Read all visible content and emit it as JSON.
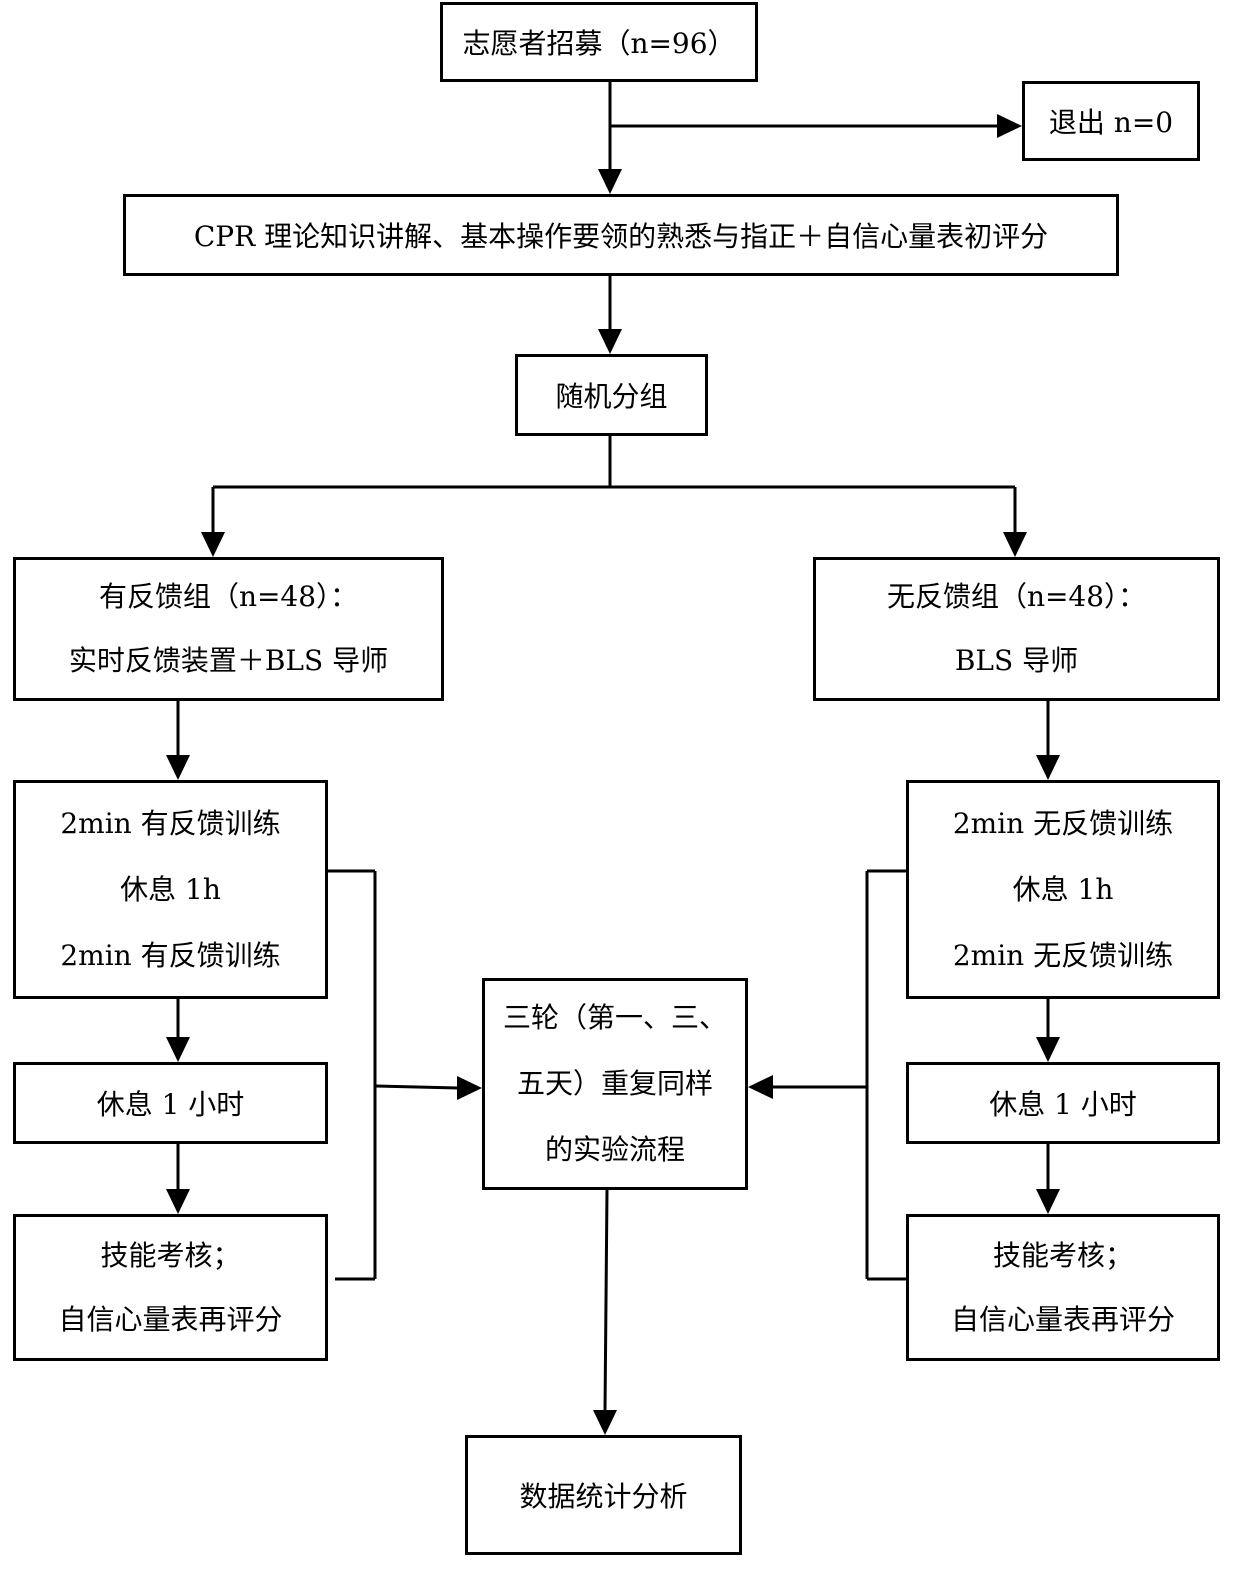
{
  "nodes": {
    "recruit": [
      "志愿者招募（n=96）"
    ],
    "exit": [
      "退出 n=0"
    ],
    "training": [
      "CPR 理论知识讲解、基本操作要领的熟悉与指正＋自信心量表初评分"
    ],
    "random": [
      "随机分组"
    ],
    "fb_group": [
      "有反馈组（n=48）：",
      "实时反馈装置＋BLS 导师"
    ],
    "nfb_group": [
      "无反馈组（n=48）：",
      "BLS 导师"
    ],
    "fb_train": [
      "2min 有反馈训练",
      "休息 1h",
      "2min 有反馈训练"
    ],
    "nfb_train": [
      "2min 无反馈训练",
      "休息 1h",
      "2min 无反馈训练"
    ],
    "fb_rest": [
      "休息 1 小时"
    ],
    "nfb_rest": [
      "休息 1 小时"
    ],
    "fb_assess": [
      "技能考核；",
      "自信心量表再评分"
    ],
    "nfb_assess": [
      "技能考核；",
      "自信心量表再评分"
    ],
    "repeat": [
      "三轮（第一、三、",
      "五天）重复同样",
      "的实验流程"
    ],
    "analysis": [
      "数据统计分析"
    ]
  },
  "colors": {
    "stroke": "#000000",
    "fill": "#ffffff"
  }
}
